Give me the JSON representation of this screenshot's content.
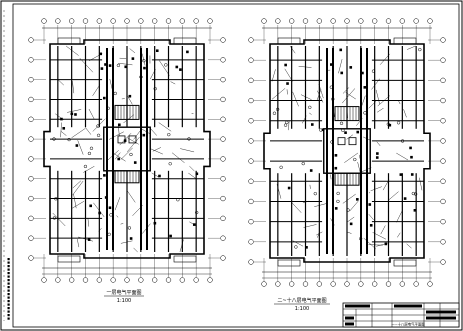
{
  "drawing": {
    "left_plan": {
      "title": "一层电气平面图",
      "scale": "1:100"
    },
    "right_plan": {
      "title": "二~十八层电气平面图",
      "scale": "1:100"
    },
    "title_block": {
      "drawing_name": "一~十八层电气平面图"
    }
  },
  "colors": {
    "line": "#000000",
    "background": "#ffffff"
  },
  "icons": {
    "axis_bubble": "circle",
    "stair": "hatched-steps"
  }
}
